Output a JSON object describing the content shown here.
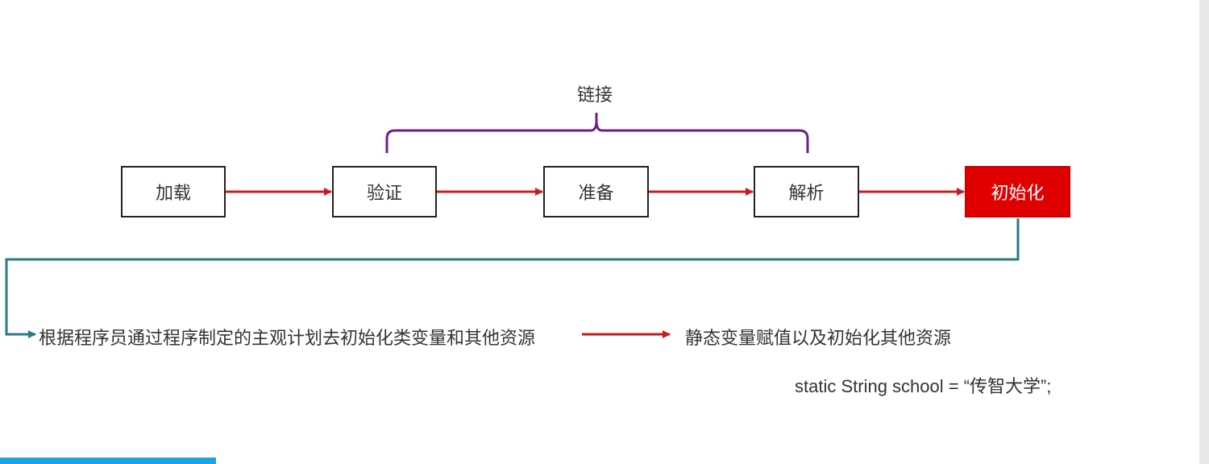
{
  "link_label": "链接",
  "stages": [
    {
      "label": "加载"
    },
    {
      "label": "验证"
    },
    {
      "label": "准备"
    },
    {
      "label": "解析"
    },
    {
      "label": "初始化",
      "active": true
    }
  ],
  "description": {
    "left": "根据程序员通过程序制定的主观计划去初始化类变量和其他资源",
    "right": "静态变量赋值以及初始化其他资源"
  },
  "code_example": "static String school = “传智大学”;",
  "colors": {
    "arrow": "#cc1a1a",
    "brace": "#6b1f8c",
    "connector": "#2a7a8a",
    "active_stage": "#e00000"
  }
}
